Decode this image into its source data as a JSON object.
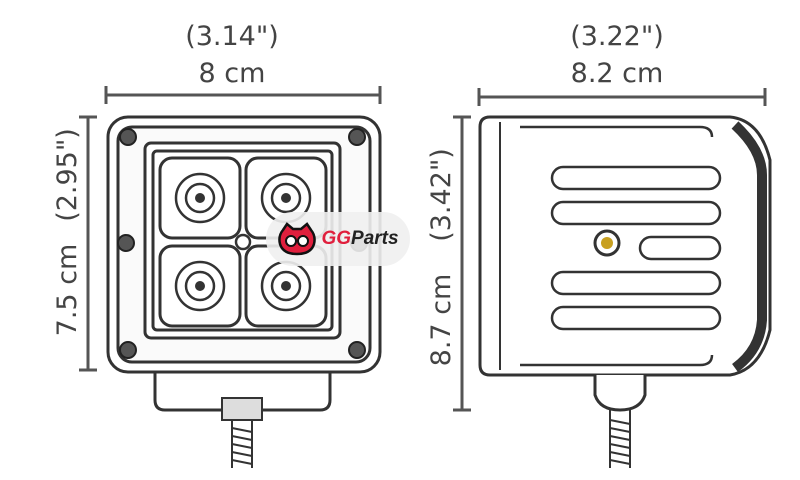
{
  "front_view": {
    "width_inches": "(3.14\")",
    "width_cm": "8 cm",
    "height_cm": "7.5 cm",
    "height_inches": "(2.95\")"
  },
  "side_view": {
    "depth_inches": "(3.22\")",
    "depth_cm": "8.2 cm",
    "height_cm": "8.7 cm",
    "height_inches": "(3.42\")"
  },
  "watermark": {
    "brand_a": "GG",
    "brand_b": "Parts"
  },
  "colors": {
    "brand_red": "#e01f3d",
    "line": "#555555"
  }
}
